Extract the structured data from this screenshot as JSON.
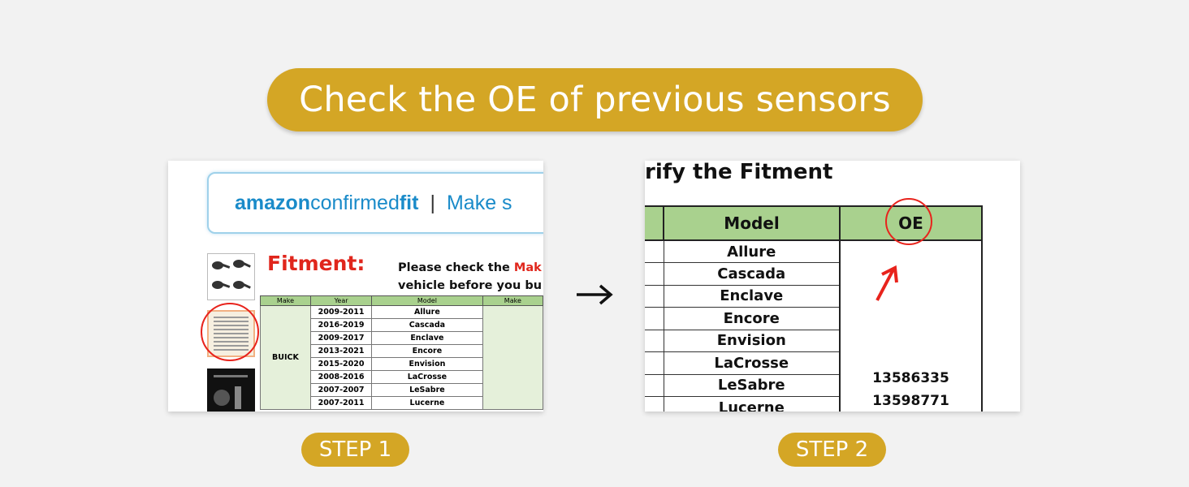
{
  "banner": {
    "title": "Check the OE of previous sensors"
  },
  "steps": [
    {
      "label": "STEP 1"
    },
    {
      "label": "STEP 2"
    }
  ],
  "step1": {
    "amazon_word": "amazon",
    "confirmed_word": "confirmed",
    "fit_word": "fit",
    "separator": "|",
    "make_text": "Make s",
    "fitment_title": "Fitment:",
    "note_line1_start": "Please check the ",
    "note_line1_red": "Mak",
    "note_line2": "vehicle before you bu",
    "table": {
      "headers": [
        "Make",
        "Year",
        "Model",
        "Make"
      ],
      "make": "BUICK",
      "rows": [
        {
          "year": "2009-2011",
          "model": "Allure"
        },
        {
          "year": "2016-2019",
          "model": "Cascada"
        },
        {
          "year": "2009-2017",
          "model": "Enclave"
        },
        {
          "year": "2013-2021",
          "model": "Encore"
        },
        {
          "year": "2015-2020",
          "model": "Envision"
        },
        {
          "year": "2008-2016",
          "model": "LaCrosse"
        },
        {
          "year": "2007-2007",
          "model": "LeSabre"
        },
        {
          "year": "2007-2011",
          "model": "Lucerne"
        }
      ]
    }
  },
  "step2": {
    "title": "rify the Fitment",
    "headers": {
      "model": "Model",
      "oe": "OE"
    },
    "models": [
      "Allure",
      "Cascada",
      "Enclave",
      "Encore",
      "Envision",
      "LaCrosse",
      "LeSabre",
      "Lucerne"
    ],
    "oe_numbers": [
      "13586335",
      "13598771"
    ]
  },
  "colors": {
    "accent": "#d4a625",
    "highlight": "#e8231c",
    "table_header": "#a9d18e",
    "background": "#f2f2f2"
  },
  "icons": {
    "flow_arrow": "right-arrow-icon"
  }
}
